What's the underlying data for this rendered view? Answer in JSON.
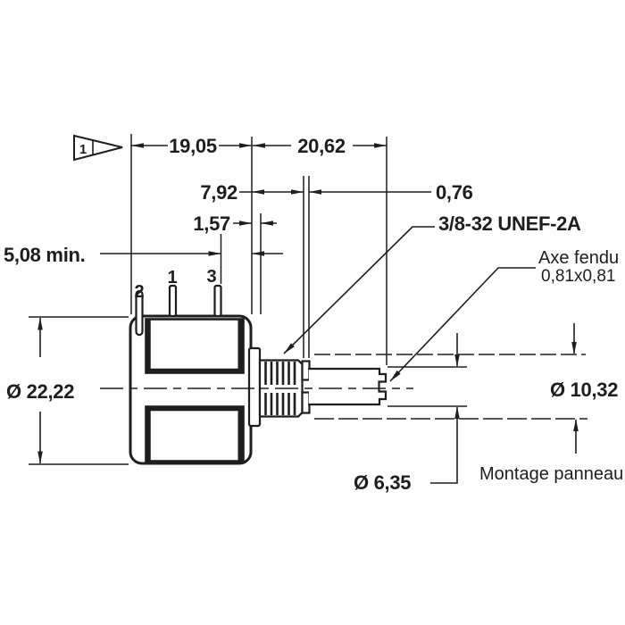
{
  "figure": {
    "flag_marker": "1",
    "terminals": {
      "terminal_2": "2",
      "terminal_1": "1",
      "terminal_3": "3"
    }
  },
  "dimensions": {
    "body_length": "19,05",
    "bushing_shaft_length": "20,62",
    "bushing_length": "7,92",
    "washer_gap": "0,76",
    "boss_thickness": "1,57",
    "terminal_spacing_min": "5,08 min.",
    "body_diameter": "Ø 22,22",
    "bushing_diameter": "Ø 10,32",
    "shaft_diameter": "Ø 6,35"
  },
  "annotations": {
    "thread_spec": "3/8-32 UNEF-2A",
    "slotted_shaft_label": "Axe fendu",
    "slotted_shaft_size": "0,81x0,81",
    "panel_mount_label": "Montage panneau"
  },
  "colors": {
    "ink": "#1e1e1e",
    "paper": "#fdfdfd"
  }
}
